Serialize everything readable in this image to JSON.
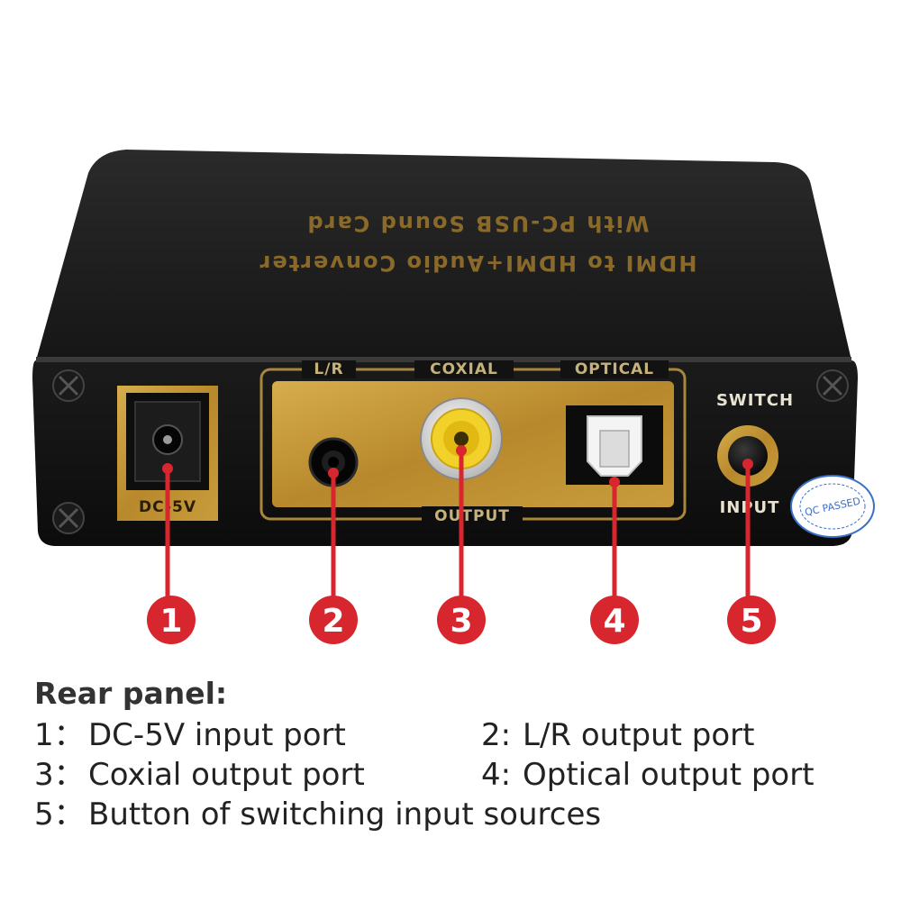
{
  "device": {
    "top_label_line1": "HDMI to HDMI+Audio Converter",
    "top_label_line2": "With PC-USB Sound Card",
    "dc_label": "DC-5V",
    "lr_label": "L/R",
    "coxial_label": "COXIAL",
    "optical_label": "OPTICAL",
    "output_label": "OUTPUT",
    "switch_label": "SWITCH",
    "input_label": "INPUT",
    "sticker_text": "QC PASSED"
  },
  "callouts": [
    {
      "number": "1",
      "target": "dc-5v-input-port"
    },
    {
      "number": "2",
      "target": "lr-output-port"
    },
    {
      "number": "3",
      "target": "coxial-output-port"
    },
    {
      "number": "4",
      "target": "optical-output-port"
    },
    {
      "number": "5",
      "target": "switch-input-button"
    }
  ],
  "legend": {
    "title": "Rear panel:",
    "items": [
      {
        "num": "1：",
        "text": "DC-5V input port"
      },
      {
        "num": "2:",
        "text": "L/R output port"
      },
      {
        "num": "3：",
        "text": "Coxial output port"
      },
      {
        "num": "4:",
        "text": "Optical output port"
      },
      {
        "num": "5：",
        "text": "Button of switching input sources"
      }
    ]
  },
  "colors": {
    "callout_red": "#d8262e",
    "panel_gold": "#c49a3a",
    "housing_black": "#121212"
  }
}
